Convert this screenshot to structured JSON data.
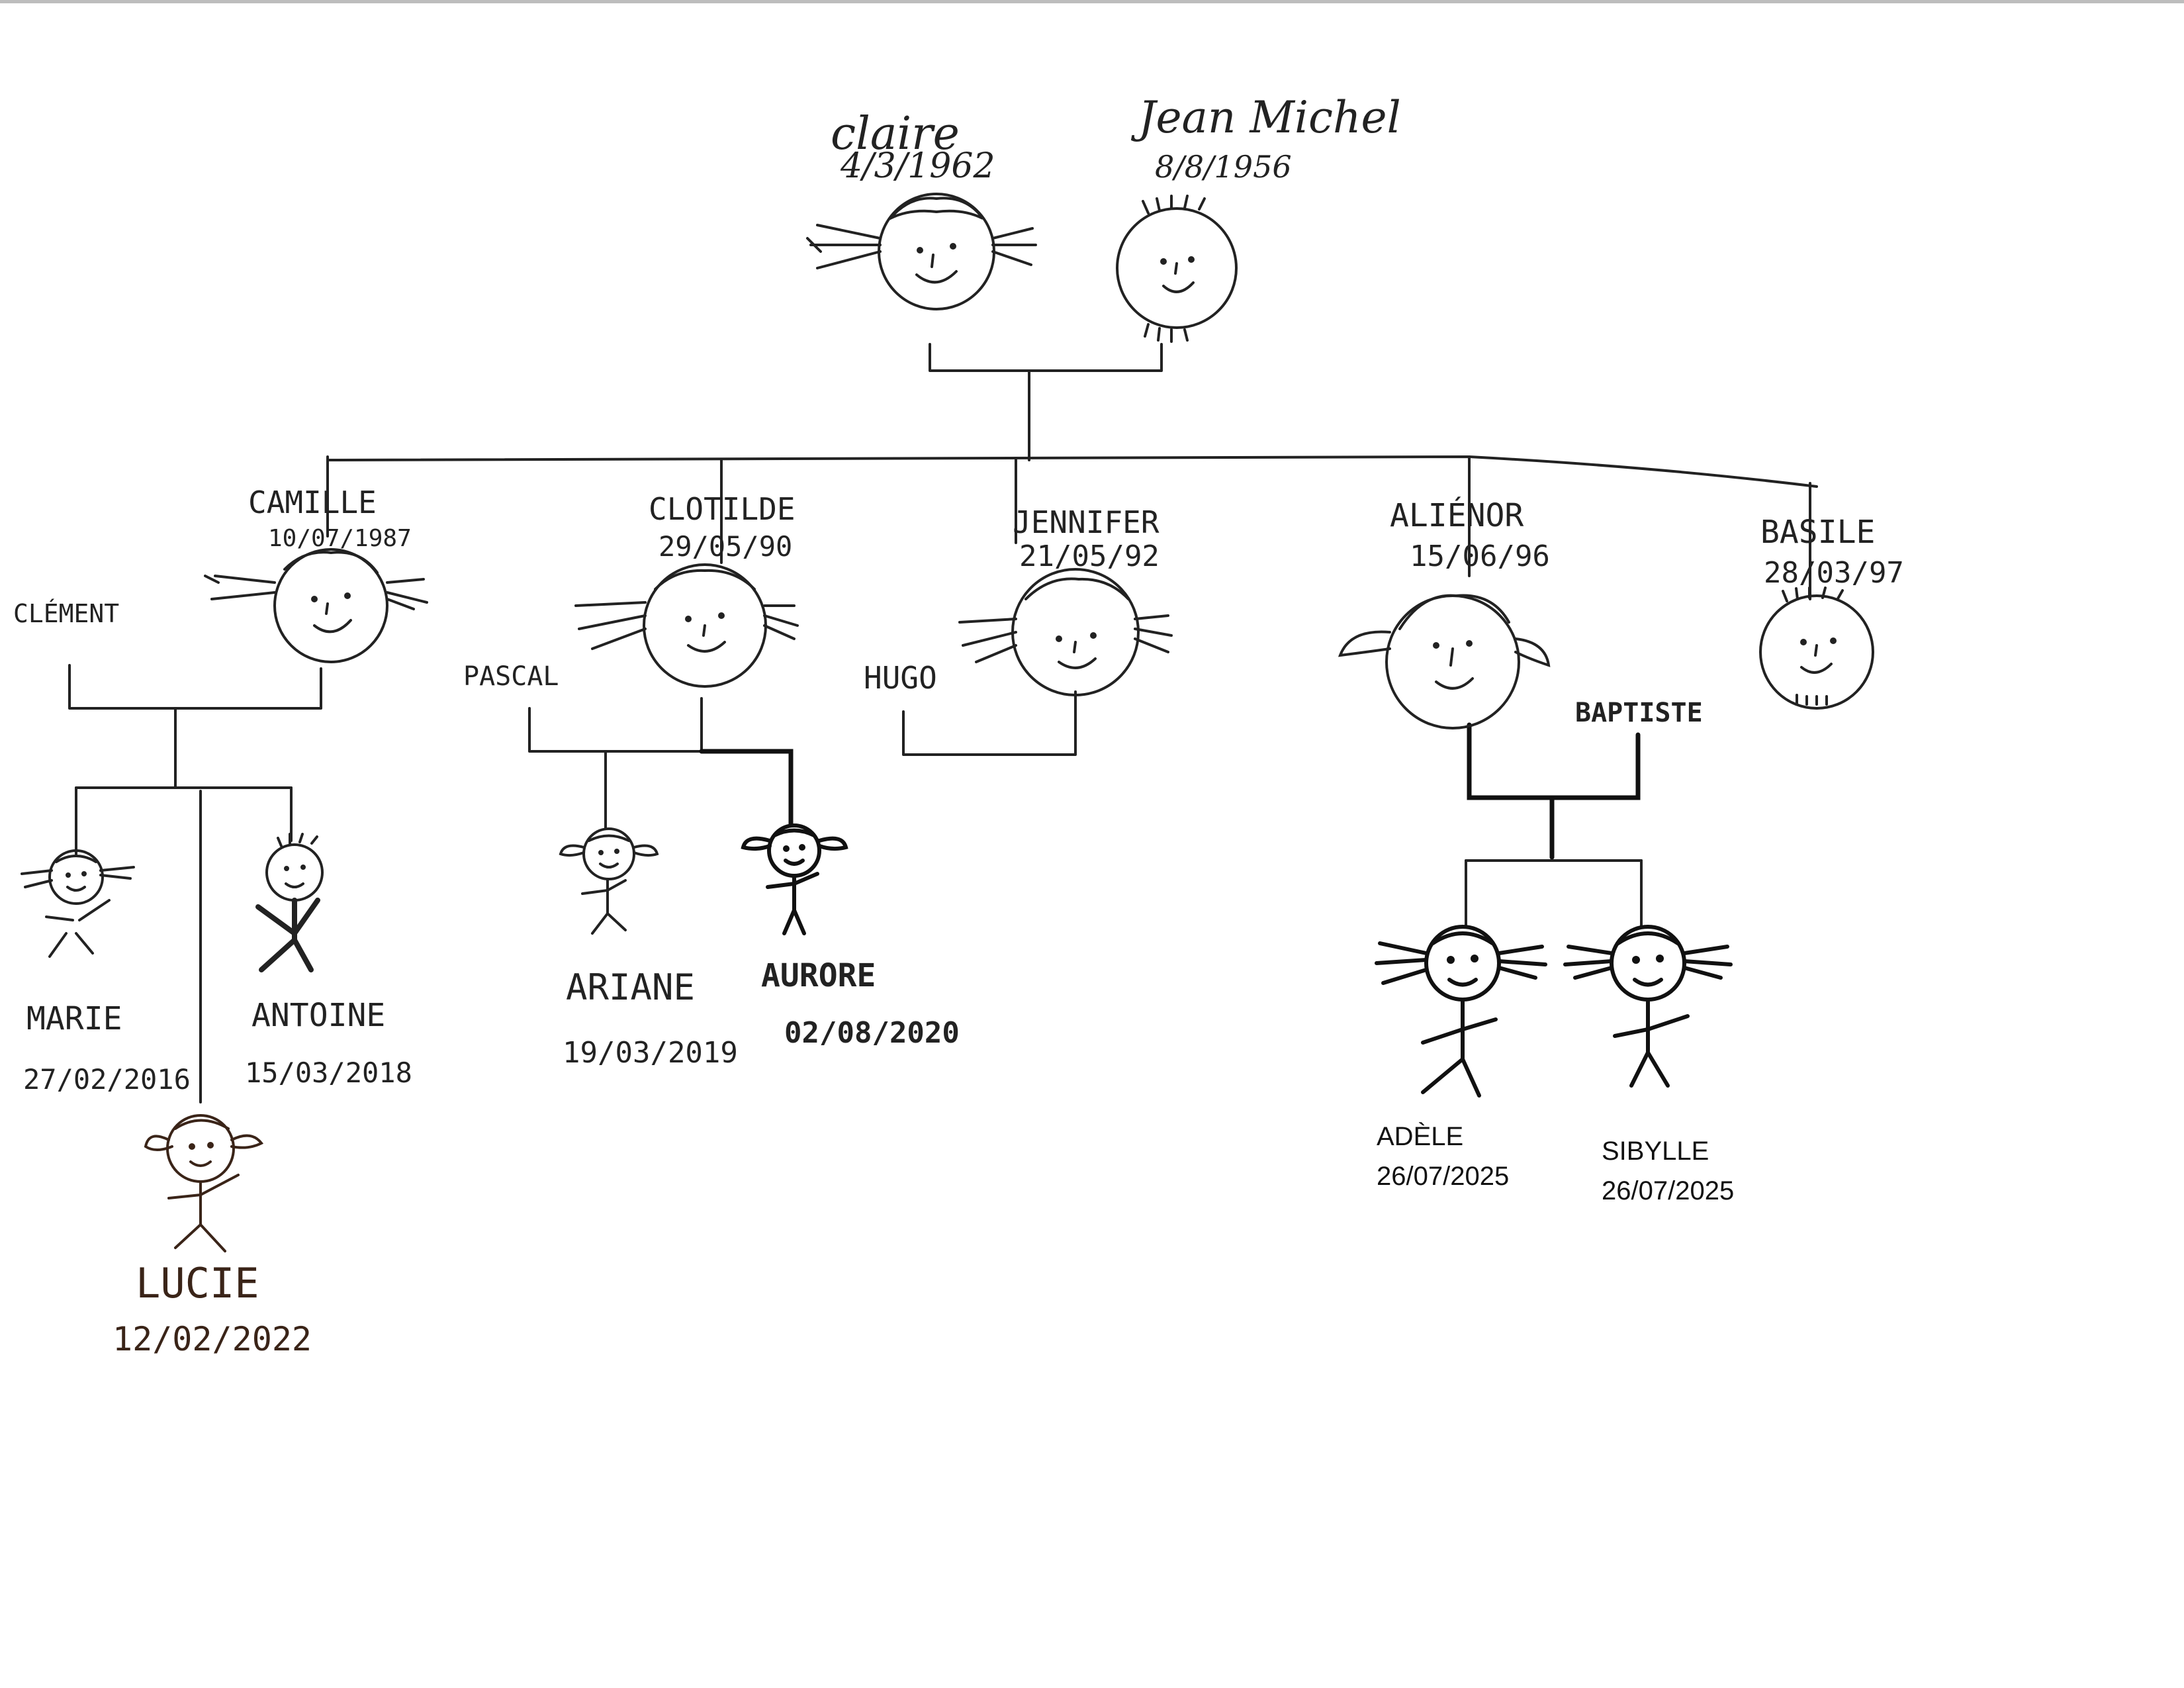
{
  "colors": {
    "ink": "#222222",
    "ink_bold": "#111111",
    "ink_brown": "#3a2418",
    "paper": "#ffffff"
  },
  "people": [
    {
      "id": "claire",
      "name": "claire",
      "date": "4/3/1962",
      "figure": "face-girl"
    },
    {
      "id": "jean-michel",
      "name": "Jean Michel",
      "date": "8/8/1956",
      "figure": "face-boy"
    },
    {
      "id": "camille",
      "name": "CAMILLE",
      "date": "10/07/1987",
      "figure": "face-girl"
    },
    {
      "id": "clement",
      "name": "CLÉMENT",
      "date": "",
      "figure": "none"
    },
    {
      "id": "clotilde",
      "name": "CLOTILDE",
      "date": "29/05/90",
      "figure": "face-girl"
    },
    {
      "id": "pascal",
      "name": "PASCAL",
      "date": "",
      "figure": "none"
    },
    {
      "id": "jennifer",
      "name": "JENNIFER",
      "date": "21/05/92",
      "figure": "face-girl"
    },
    {
      "id": "hugo",
      "name": "HUGO",
      "date": "",
      "figure": "none"
    },
    {
      "id": "alienor",
      "name": "ALIÉNOR",
      "date": "15/06/96",
      "figure": "face-girl"
    },
    {
      "id": "baptiste",
      "name": "BAPTISTE",
      "date": "",
      "figure": "none"
    },
    {
      "id": "basile",
      "name": "BASILE",
      "date": "28/03/97",
      "figure": "face-boy"
    },
    {
      "id": "marie",
      "name": "MARIE",
      "date": "27/02/2016",
      "figure": "stick-girl"
    },
    {
      "id": "antoine",
      "name": "ANTOINE",
      "date": "15/03/2018",
      "figure": "stick-boy"
    },
    {
      "id": "lucie",
      "name": "LUCIE",
      "date": "12/02/2022",
      "figure": "stick-girl"
    },
    {
      "id": "ariane",
      "name": "ARIANE",
      "date": "19/03/2019",
      "figure": "stick-girl"
    },
    {
      "id": "aurore",
      "name": "AURORE",
      "date": "02/08/2020",
      "figure": "stick-girl"
    },
    {
      "id": "adele",
      "name": "ADÈLE",
      "date": "26/07/2025",
      "figure": "stick-girl"
    },
    {
      "id": "sibylle",
      "name": "SIBYLLE",
      "date": "26/07/2025",
      "figure": "stick-girl"
    }
  ]
}
